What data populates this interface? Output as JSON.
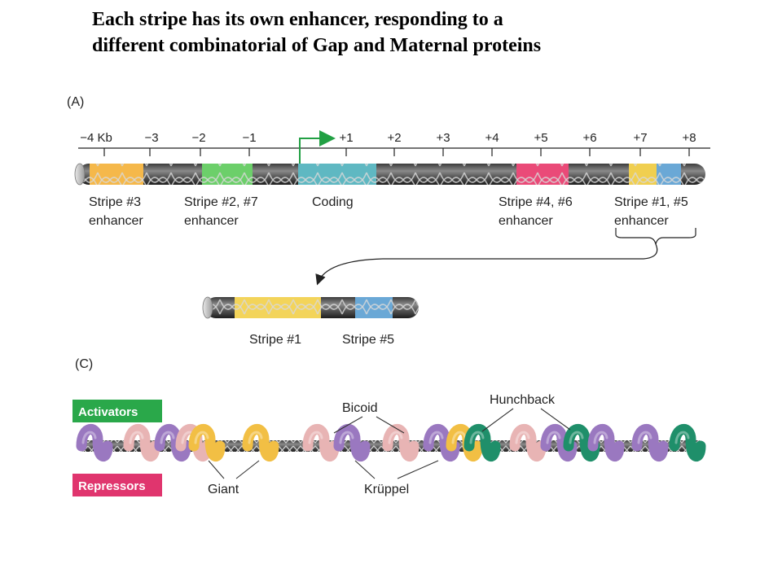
{
  "title": {
    "line1": "Each stripe has its own enhancer, responding to a",
    "line2": "different combinatorial of Gap and Maternal proteins"
  },
  "panel_a": {
    "label": "(A)",
    "ticks": [
      "−4 Kb",
      "−3",
      "−2",
      "−1",
      "+1",
      "+2",
      "+3",
      "+4",
      "+5",
      "+6",
      "+7",
      "+8"
    ],
    "segments": [
      {
        "name": "stripe-3-enhancer",
        "line1": "Stripe #3",
        "line2": "enhancer",
        "color": "#f5b84a"
      },
      {
        "name": "stripe-2-7-enhancer",
        "line1": "Stripe #2, #7",
        "line2": "enhancer",
        "color": "#6ccf6a"
      },
      {
        "name": "coding",
        "line1": "Coding",
        "line2": "",
        "color": "#5fb8c2"
      },
      {
        "name": "stripe-4-6-enhancer",
        "line1": "Stripe #4, #6",
        "line2": "enhancer",
        "color": "#ea4a78"
      },
      {
        "name": "stripe-1-5-enhancer",
        "line1": "Stripe #1, #5",
        "line2": "enhancer",
        "color": "#f0cf50"
      }
    ],
    "zoom": {
      "stripe1": "Stripe #1",
      "stripe5": "Stripe #5",
      "stripe1_color": "#f3d45a",
      "stripe5_color": "#6aa8d6"
    }
  },
  "panel_c": {
    "label": "(C)",
    "activators_label": "Activators",
    "repressors_label": "Repressors",
    "activators_color": "#2aa84a",
    "repressors_color": "#e0356e",
    "proteins": {
      "bicoid": "Bicoid",
      "hunchback": "Hunchback",
      "giant": "Giant",
      "kruppel": "Krüppel"
    },
    "colors": {
      "bicoid": "#e8b4b4",
      "hunchback": "#1f8f6a",
      "giant": "#f2bf44",
      "kruppel": "#9a78c0"
    }
  }
}
